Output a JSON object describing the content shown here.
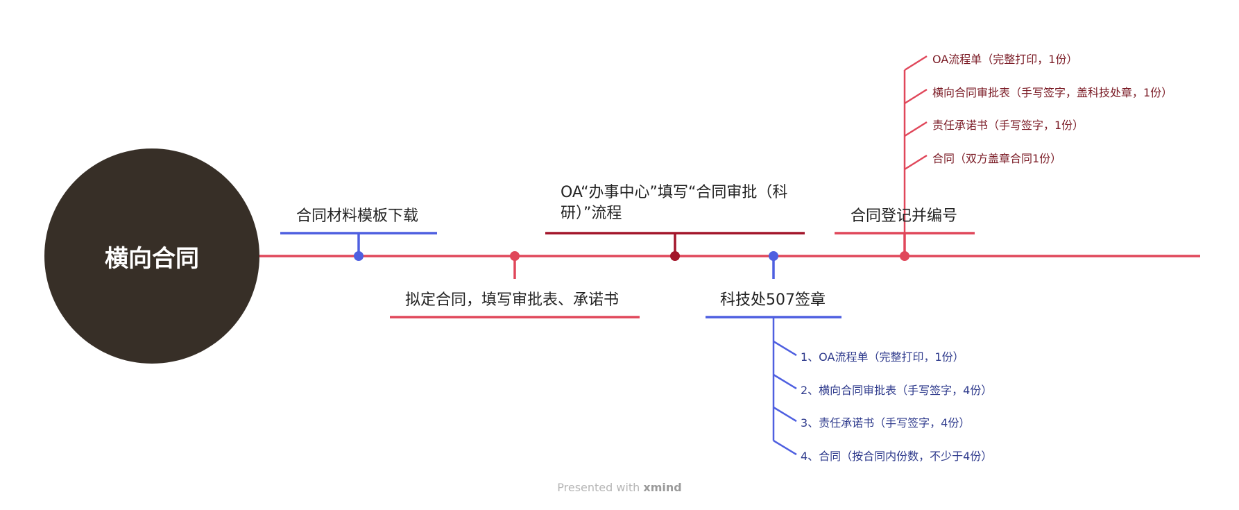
{
  "central": {
    "title": "横向合同"
  },
  "topics": [
    {
      "text": "合同材料模板下载",
      "color": "#4e5fe0"
    },
    {
      "text": "拟定合同，填写审批表、承诺书",
      "color": "#e0475a"
    },
    {
      "text": "OA“办事中心”填写“合同审批（科研）”流程",
      "color": "#a3152a"
    },
    {
      "text": "科技处507签章",
      "color": "#4e5fe0"
    },
    {
      "text": "合同登记并编号",
      "color": "#e0475a"
    }
  ],
  "register_subitems": [
    "OA流程单（完整打印，1份）",
    "横向合同审批表（手写签字，盖科技处章，1份）",
    "责任承诺书（手写签字，1份）",
    "合同（双方盖章合同1份）"
  ],
  "stamp_subitems": [
    "1、OA流程单（完整打印，1份）",
    "2、横向合同审批表（手写签字，4份）",
    "3、责任承诺书（手写签字，4份）",
    "4、合同（按合同内份数，不少于4份）"
  ],
  "footer": {
    "prefix": "Presented with",
    "brand": "xmind"
  },
  "colors": {
    "timeline": "#e0475a",
    "center": "#372f27",
    "blue": "#4e5fe0",
    "red": "#e0475a",
    "dark_red": "#a3152a"
  }
}
